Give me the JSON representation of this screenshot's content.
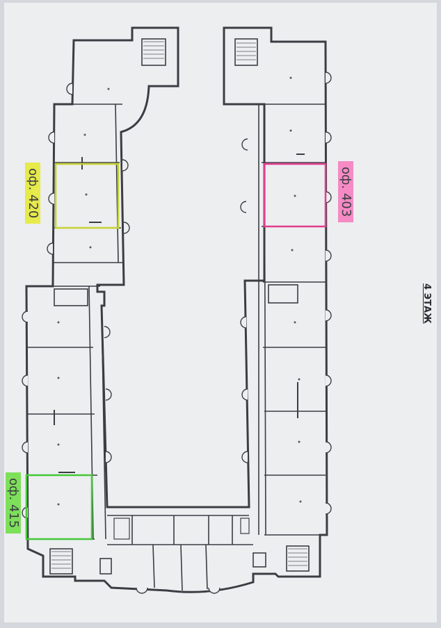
{
  "sheet": {
    "floor_label": "4 ЭТАЖ"
  },
  "markers": [
    {
      "id": "420",
      "label": "оф. 420",
      "color": "#e6ea4a",
      "frame_color": "#c6d232"
    },
    {
      "id": "403",
      "label": "оф. 403",
      "color": "#f58ac4",
      "frame_color": "#e23b8e"
    },
    {
      "id": "415",
      "label": "оф. 415",
      "color": "#7ee05a",
      "frame_color": "#46c837"
    }
  ],
  "colors": {
    "paper": "#eceef0",
    "background": "#d4d8dc",
    "wall": "#3a3d42",
    "ink": "#555a60"
  }
}
